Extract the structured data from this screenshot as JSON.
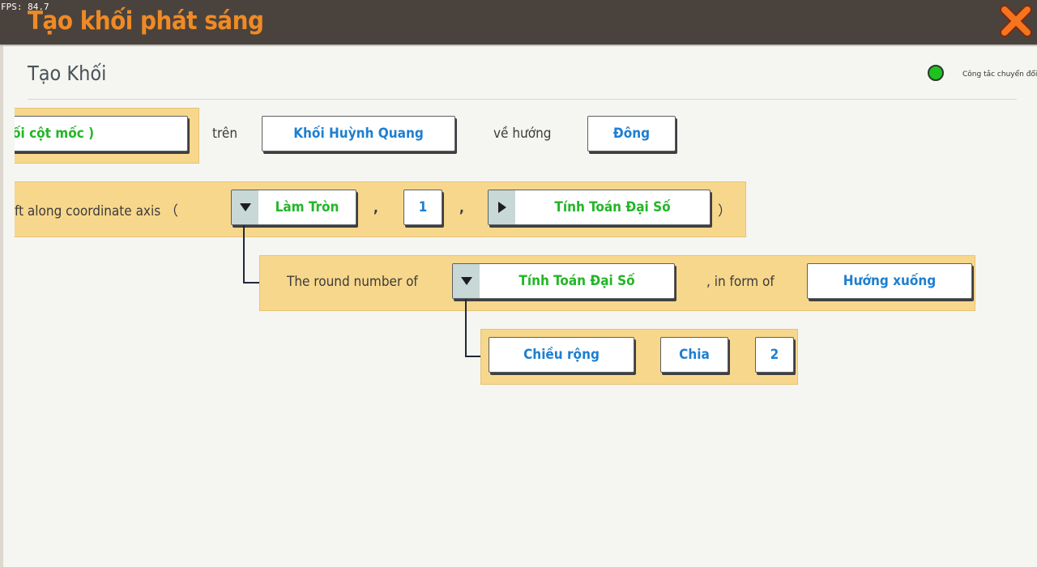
{
  "fps": "FPS: 84.7",
  "window_title": "Tạo khối phát sáng",
  "heading": "Tạo Khối",
  "toggle_label": "Công tắc chuyển đổi",
  "colors": {
    "title": "#f08a24",
    "block": "#f7d78c",
    "value_blue": "#1e7fd0",
    "value_green": "#23b628",
    "toggle_on": "#1fc21f"
  },
  "row1": {
    "first_field": "ối cột mốc )",
    "on_text": "trên",
    "block_field": "Khối Huỳnh Quang",
    "direction_text": "về hướng",
    "direction_field": "Đông"
  },
  "row2": {
    "prefix": "ft along coordinate axis （",
    "round_field": "Làm Tròn",
    "comma1": ",",
    "number_field": "1",
    "comma2": ",",
    "algebra_field": "Tính Toán Đại Số",
    "close_paren": "）"
  },
  "row3": {
    "label": "The round number of",
    "algebra_field": "Tính Toán Đại Số",
    "form_text": ", in form of",
    "form_field": "Hướng xuống"
  },
  "row4": {
    "width_field": "Chiều rộng",
    "divide_field": "Chia",
    "number_field": "2"
  }
}
